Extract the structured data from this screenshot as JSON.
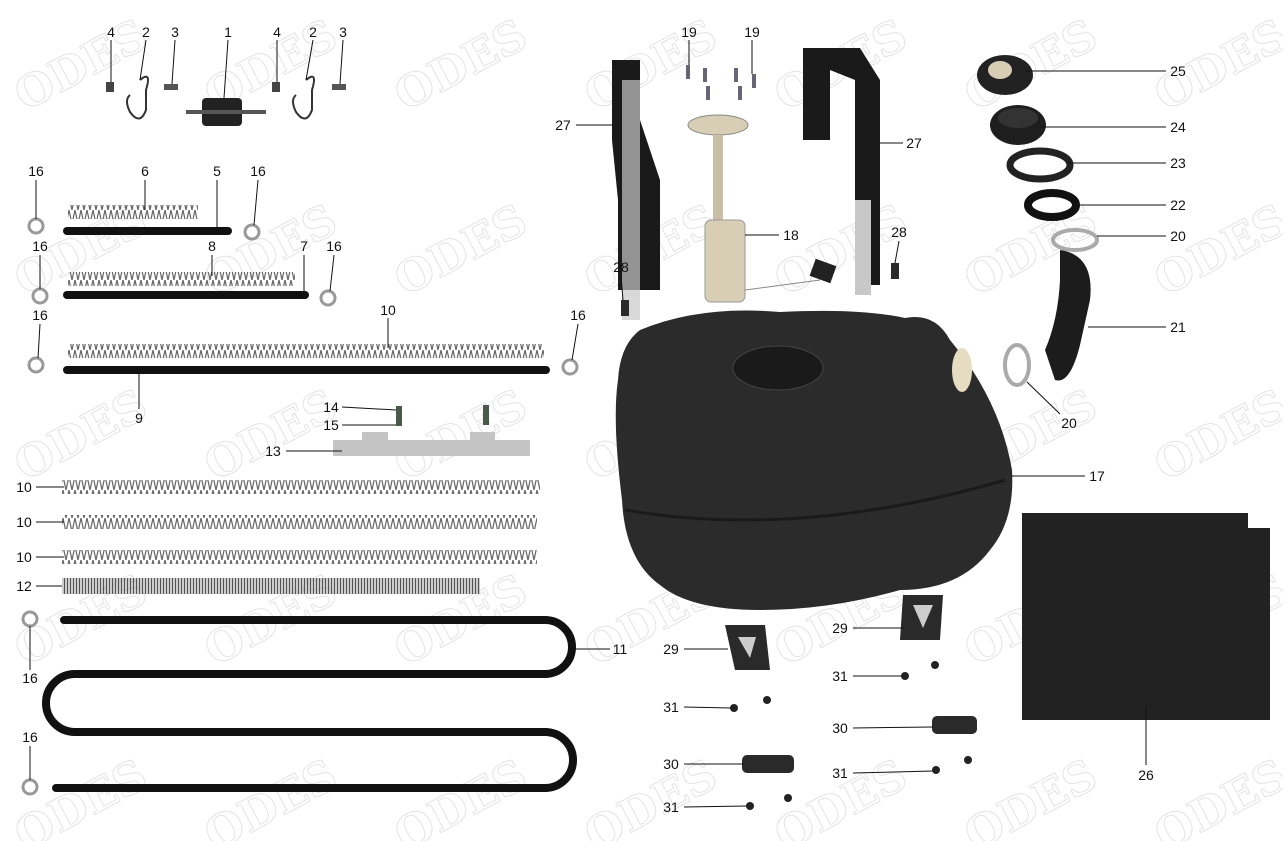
{
  "watermark": "ODES",
  "callouts": {
    "1": "1",
    "2": "2",
    "3": "3",
    "4": "4",
    "5": "5",
    "6": "6",
    "7": "7",
    "8": "8",
    "9": "9",
    "10": "10",
    "11": "11",
    "12": "12",
    "13": "13",
    "14": "14",
    "15": "15",
    "16": "16",
    "17": "17",
    "18": "18",
    "19": "19",
    "20": "20",
    "21": "21",
    "22": "22",
    "23": "23",
    "24": "24",
    "25": "25",
    "26": "26",
    "27": "27",
    "28": "28",
    "29": "29",
    "30": "30",
    "31": "31"
  },
  "colors": {
    "hose": "#111111",
    "tank": "#2a2a2a",
    "mat": "#222222",
    "bracket": "#b8b8b8",
    "spring": "#777777"
  }
}
